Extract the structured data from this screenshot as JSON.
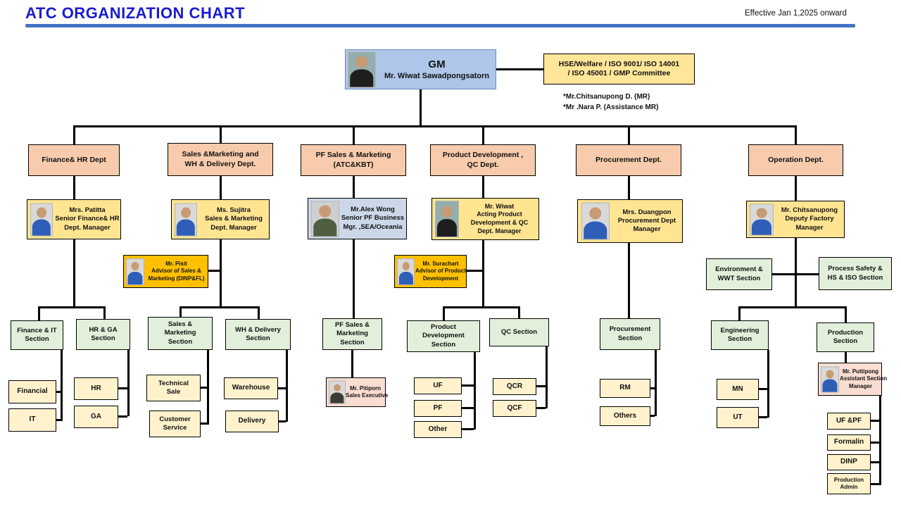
{
  "header": {
    "title": "ATC ORGANIZATION CHART",
    "effective_note": "Effective Jan 1,2025 onward"
  },
  "colors": {
    "title_blue": "#1b1bcf",
    "rule_blue": "#4472c4",
    "dept_fill": "#f7cbac",
    "manager_fill": "#ffe492",
    "advisor_fill": "#ffc000",
    "section_fill": "#e2efda",
    "leaf_fill": "#fff2cc",
    "person_fill": "#f9dcd2",
    "gm_fill": "#aec6e8",
    "alex_fill": "#ccd8ea"
  },
  "gm": {
    "title": "GM",
    "name": "Mr. Wiwat Sawadpongsatorn"
  },
  "committee": {
    "lines": [
      "HSE/Welfare / ISO 9001/ ISO 14001",
      "/ ISO 45001 / GMP Committee"
    ],
    "notes": [
      "*Mr.Chitsanupong D. (MR)",
      "*Mr .Nara P. (Assistance MR)"
    ]
  },
  "nodes": {
    "dept_finance": {
      "lines": [
        "Finance& HR Dept"
      ]
    },
    "dept_sales": {
      "lines": [
        "Sales &Marketing  and",
        "WH & Delivery Dept."
      ]
    },
    "dept_pf": {
      "lines": [
        "PF Sales & Marketing",
        "(ATC&KBT)"
      ]
    },
    "dept_proddev": {
      "lines": [
        "Product  Development ,",
        "QC Dept."
      ]
    },
    "dept_procurement": {
      "lines": [
        "Procurement  Dept."
      ]
    },
    "dept_operation": {
      "lines": [
        "Operation  Dept."
      ]
    },
    "mgr_patitta": {
      "lines": [
        "Mrs. Patitta",
        "Senior Finance& HR",
        "Dept. Manager"
      ]
    },
    "mgr_sujitra": {
      "lines": [
        "Ms. Sujitra",
        "Sales & Marketing",
        "Dept. Manager"
      ]
    },
    "mgr_alex": {
      "lines": [
        "Mr.Alex Wong",
        "Senior PF Business",
        "Mgr. ,SEA/Oceania"
      ]
    },
    "mgr_wiwat": {
      "lines": [
        "Mr. Wiwat",
        "Acting  Product",
        "Development & QC",
        "Dept. Manager"
      ]
    },
    "mgr_duangpon": {
      "lines": [
        "Mrs. Duangpon",
        "Procurement Dept",
        "Manager"
      ]
    },
    "mgr_chitsanupong": {
      "lines": [
        "Mr. Chitsanupong",
        "Deputy Factory",
        "Manager"
      ]
    },
    "adv_pisit": {
      "lines": [
        "Mr. Pisit",
        "Advisor of Sales &",
        "Marketing  (DINP&FL)"
      ]
    },
    "adv_surachart": {
      "lines": [
        "Mr. Surachart",
        "Advisor of Product",
        "Development"
      ]
    },
    "sec_env": {
      "lines": [
        "Environment &",
        "WWT Section"
      ]
    },
    "sec_process": {
      "lines": [
        "Process Safety &",
        "HS & ISO Section"
      ]
    },
    "sec_finance_it": {
      "lines": [
        "Finance & IT",
        "Section"
      ]
    },
    "sec_hr_ga": {
      "lines": [
        "HR & GA",
        "Section"
      ]
    },
    "sec_sales_mkt": {
      "lines": [
        "Sales &",
        "Marketing",
        "Section"
      ]
    },
    "sec_wh_del": {
      "lines": [
        "WH & Delivery",
        "Section"
      ]
    },
    "sec_pf_sales": {
      "lines": [
        "PF Sales &",
        "Marketing",
        "Section"
      ]
    },
    "sec_proddev": {
      "lines": [
        "Product",
        "Development",
        "Section"
      ]
    },
    "sec_qc": {
      "lines": [
        "QC Section"
      ]
    },
    "sec_procurement": {
      "lines": [
        "Procurement",
        "Section"
      ]
    },
    "sec_engineering": {
      "lines": [
        "Engineering",
        "Section"
      ]
    },
    "sec_production": {
      "lines": [
        "Production",
        "Section"
      ]
    },
    "person_pitiporn": {
      "lines": [
        "Mr. Pitiporn",
        "Sales Executive"
      ]
    },
    "person_puttipong": {
      "lines": [
        "Mr. Puttipong",
        "Assistant Section",
        "Manager"
      ]
    },
    "leaf_financial": {
      "lines": [
        "Financial"
      ]
    },
    "leaf_it": {
      "lines": [
        "IT"
      ]
    },
    "leaf_hr": {
      "lines": [
        "HR"
      ]
    },
    "leaf_ga": {
      "lines": [
        "GA"
      ]
    },
    "leaf_techsale": {
      "lines": [
        "Technical",
        "Sale"
      ]
    },
    "leaf_custservice": {
      "lines": [
        "Customer",
        "Service"
      ]
    },
    "leaf_warehouse": {
      "lines": [
        "Warehouse"
      ]
    },
    "leaf_delivery": {
      "lines": [
        "Delivery"
      ]
    },
    "leaf_uf": {
      "lines": [
        "UF"
      ]
    },
    "leaf_pf": {
      "lines": [
        "PF"
      ]
    },
    "leaf_other": {
      "lines": [
        "Other"
      ]
    },
    "leaf_qcr": {
      "lines": [
        "QCR"
      ]
    },
    "leaf_qcf": {
      "lines": [
        "QCF"
      ]
    },
    "leaf_rm": {
      "lines": [
        "RM"
      ]
    },
    "leaf_others": {
      "lines": [
        "Others"
      ]
    },
    "leaf_mn": {
      "lines": [
        "MN"
      ]
    },
    "leaf_ut": {
      "lines": [
        "UT"
      ]
    },
    "leaf_ufpf": {
      "lines": [
        "UF &PF"
      ]
    },
    "leaf_formalin": {
      "lines": [
        "Formalin"
      ]
    },
    "leaf_dinp": {
      "lines": [
        "DINP"
      ]
    },
    "leaf_prodadmin": {
      "lines": [
        "Production",
        "Admin"
      ]
    }
  }
}
